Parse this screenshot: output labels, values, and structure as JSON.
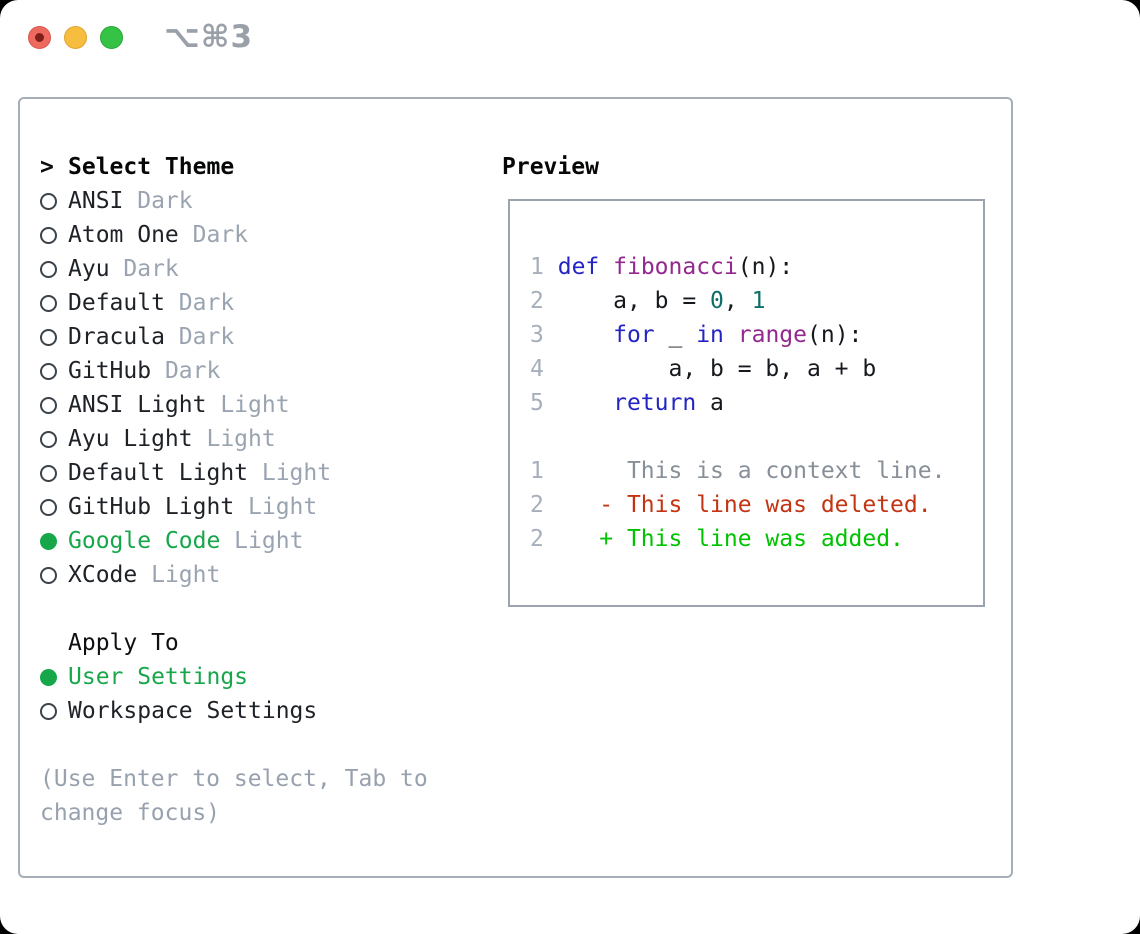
{
  "window": {
    "shortcut_label": "⌥⌘3"
  },
  "colors": {
    "accent_green": "#17a74a",
    "tag_gray": "#9aa4b1",
    "hint_gray": "#98a1ae",
    "keyword_blue": "#2424c4",
    "function_purple": "#93288f",
    "number_teal": "#0d6f68",
    "diff_red": "#c23412",
    "diff_green": "#00c300",
    "traffic_red": "#ee6a5e",
    "traffic_yellow": "#f6bd3f",
    "traffic_green": "#35c245"
  },
  "theme_panel": {
    "title_prefix": ">",
    "title": "Select Theme",
    "themes": [
      {
        "name": "ANSI",
        "tag": "Dark",
        "selected": false
      },
      {
        "name": "Atom One",
        "tag": "Dark",
        "selected": false
      },
      {
        "name": "Ayu",
        "tag": "Dark",
        "selected": false
      },
      {
        "name": "Default",
        "tag": "Dark",
        "selected": false
      },
      {
        "name": "Dracula",
        "tag": "Dark",
        "selected": false
      },
      {
        "name": "GitHub",
        "tag": "Dark",
        "selected": false
      },
      {
        "name": "ANSI Light",
        "tag": "Light",
        "selected": false
      },
      {
        "name": "Ayu Light",
        "tag": "Light",
        "selected": false
      },
      {
        "name": "Default Light",
        "tag": "Light",
        "selected": false
      },
      {
        "name": "GitHub Light",
        "tag": "Light",
        "selected": false
      },
      {
        "name": "Google Code",
        "tag": "Light",
        "selected": true
      },
      {
        "name": "XCode",
        "tag": "Light",
        "selected": false
      }
    ],
    "apply_to": {
      "title": "Apply To",
      "options": [
        {
          "label": "User Settings",
          "selected": true
        },
        {
          "label": "Workspace Settings",
          "selected": false
        }
      ]
    },
    "hint_line1": "(Use Enter to select, Tab to",
    "hint_line2": "change focus)"
  },
  "preview": {
    "title": "Preview",
    "lines": [
      {
        "num": "1",
        "tokens": [
          {
            "t": "def",
            "c": "kw"
          },
          {
            "t": " ",
            "c": "plain"
          },
          {
            "t": "fibonacci",
            "c": "fn"
          },
          {
            "t": "(n):",
            "c": "plain"
          }
        ]
      },
      {
        "num": "2",
        "tokens": [
          {
            "t": "    a, b = ",
            "c": "plain"
          },
          {
            "t": "0",
            "c": "num"
          },
          {
            "t": ", ",
            "c": "plain"
          },
          {
            "t": "1",
            "c": "num"
          }
        ]
      },
      {
        "num": "3",
        "tokens": [
          {
            "t": "    ",
            "c": "plain"
          },
          {
            "t": "for",
            "c": "kw"
          },
          {
            "t": " _ ",
            "c": "plain"
          },
          {
            "t": "in",
            "c": "kw"
          },
          {
            "t": " ",
            "c": "plain"
          },
          {
            "t": "range",
            "c": "fn"
          },
          {
            "t": "(n):",
            "c": "plain"
          }
        ]
      },
      {
        "num": "4",
        "tokens": [
          {
            "t": "        a, b = b, a + b",
            "c": "plain"
          }
        ]
      },
      {
        "num": "5",
        "tokens": [
          {
            "t": "    ",
            "c": "plain"
          },
          {
            "t": "return",
            "c": "kw"
          },
          {
            "t": " a",
            "c": "plain"
          }
        ]
      },
      {
        "num": "",
        "tokens": []
      },
      {
        "num": "1",
        "tokens": [
          {
            "t": "     This is a context line.",
            "c": "ctx"
          }
        ]
      },
      {
        "num": "2",
        "tokens": [
          {
            "t": "   ",
            "c": "plain"
          },
          {
            "t": "- This line was deleted.",
            "c": "del"
          }
        ]
      },
      {
        "num": "2",
        "tokens": [
          {
            "t": "   ",
            "c": "plain"
          },
          {
            "t": "+ This line was added.",
            "c": "add"
          }
        ]
      }
    ]
  }
}
